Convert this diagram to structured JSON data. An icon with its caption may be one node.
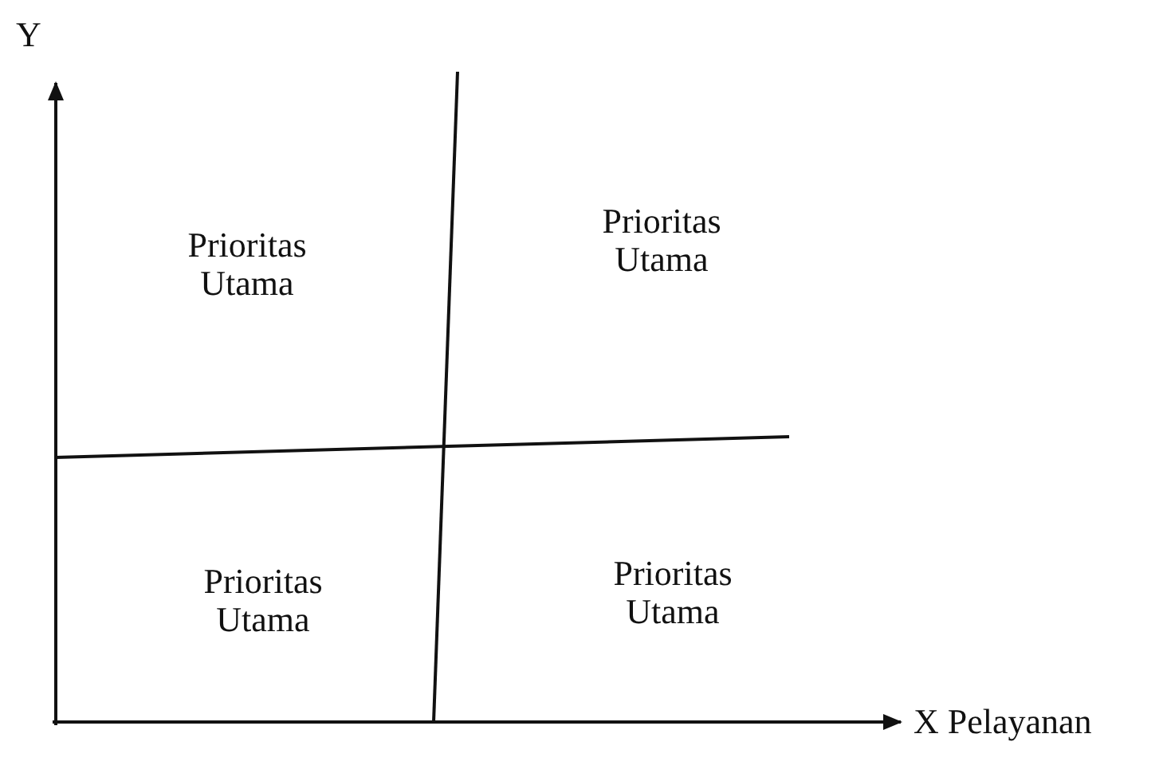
{
  "diagram": {
    "labels": [
      "Y",
      "Prioritas Utama",
      "Prioritas Utama",
      "Prioritas Utama",
      "Prioritas Utama",
      "X Pelayanan"
    ]
  }
}
